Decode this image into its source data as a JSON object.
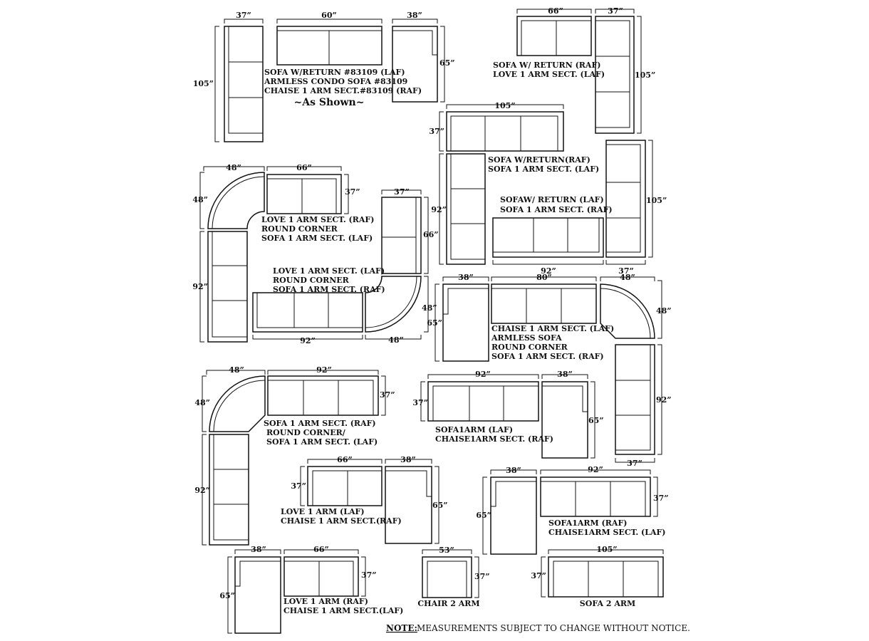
{
  "labels": {
    "group1_line1": "SOFA W/RETURN #83109 (LAF)",
    "group1_line2": "ARMLESS CONDO SOFA #83109",
    "group1_line3": "CHAISE 1 ARM SECT.#83109 (RAF)",
    "group1_shown": "~As Shown~",
    "group2_line1": "SOFA W/ RETURN (RAF)",
    "group2_line2": "LOVE 1 ARM SECT. (LAF)",
    "group3_line1": "SOFA W/RETURN(RAF)",
    "group3_line2": "SOFA 1 ARM SECT. (LAF)",
    "group4_line1": "SOFAW/ RETURN (LAF)",
    "group4_line2": "SOFA 1 ARM SECT. (RAF)",
    "group5_line1": "LOVE 1 ARM SECT. (RAF)",
    "group5_line2": "ROUND CORNER",
    "group5_line3": "SOFA 1 ARM SECT. (LAF)",
    "group6_line1": "LOVE 1 ARM SECT. (LAF)",
    "group6_line2": "ROUND CORNER",
    "group6_line3": "SOFA 1 ARM SECT. (RAF)",
    "group7_line1": "CHAISE 1 ARM SECT. (LAF)",
    "group7_line2": "ARMLESS SOFA",
    "group7_line3": "ROUND CORNER",
    "group7_line4": "SOFA 1 ARM SECT. (RAF)",
    "group8_line1": "SOFA 1 ARM SECT. (RAF)",
    "group8_line2": "ROUND CORNER/",
    "group8_line3": "SOFA 1 ARM SECT. (LAF)",
    "group9_line1": "SOFA1ARM (LAF)",
    "group9_line2": "CHAISE1ARM SECT. (RAF)",
    "group10_line1": "LOVE 1 ARM (LAF)",
    "group10_line2": "CHAISE 1 ARM SECT.(RAF)",
    "group11_line1": "SOFA1ARM (RAF)",
    "group11_line2": "CHAISE1ARM SECT. (LAF)",
    "group12_line1": "LOVE 1 ARM (RAF)",
    "group12_line2": "CHAISE 1 ARM SECT.(LAF)",
    "chair_label": "CHAIR 2 ARM",
    "sofa_label": "SOFA 2 ARM"
  },
  "note": {
    "prefix": "NOTE:",
    "text": "MEASUREMENTS SUBJECT TO CHANGE WITHOUT NOTICE."
  },
  "dimensions": {
    "d37": "37”",
    "d38": "38”",
    "d48": "48”",
    "d53": "53”",
    "d60": "60”",
    "d65": "65”",
    "d66": "66”",
    "d80": "80”",
    "d92": "92”",
    "d105": "105”"
  }
}
